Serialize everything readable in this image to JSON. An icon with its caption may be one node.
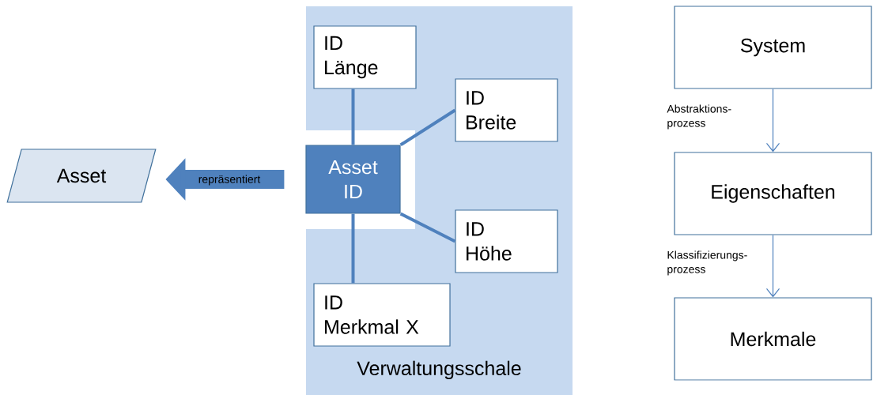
{
  "diagram": {
    "nodes": [
      {
        "text": [
          "Verwaltungsschale"
        ]
      },
      {
        "text": [
          "Asset ID"
        ],
        "in": 0
      },
      {
        "text": [
          "ID",
          "Länge"
        ],
        "in": 0
      },
      {
        "text": [
          "ID",
          "Breite"
        ],
        "in": 0
      },
      {
        "text": [
          "ID",
          "Höhe"
        ],
        "in": 0
      },
      {
        "text": [
          "ID",
          "Merkmal X"
        ],
        "in": 0
      },
      {
        "text": [
          "Asset"
        ]
      },
      {
        "text": [
          "System"
        ]
      },
      {
        "text": [
          "Eigenschaften"
        ]
      },
      {
        "text": [
          "Merkmale"
        ]
      }
    ],
    "edges": [
      {
        "from": 1,
        "to": 6,
        "arrow": "to",
        "label": "repräsentiert",
        "style": "thick"
      },
      {
        "from": 1,
        "to": 2,
        "arrow": "none"
      },
      {
        "from": 1,
        "to": 3,
        "arrow": "none"
      },
      {
        "from": 1,
        "to": 4,
        "arrow": "none"
      },
      {
        "from": 1,
        "to": 5,
        "arrow": "none"
      },
      {
        "from": 7,
        "to": 8,
        "arrow": "to",
        "label": "Abstraktions- prozess"
      },
      {
        "from": 8,
        "to": 9,
        "arrow": "to",
        "label": "Klassifizierungs- prozess"
      }
    ]
  }
}
